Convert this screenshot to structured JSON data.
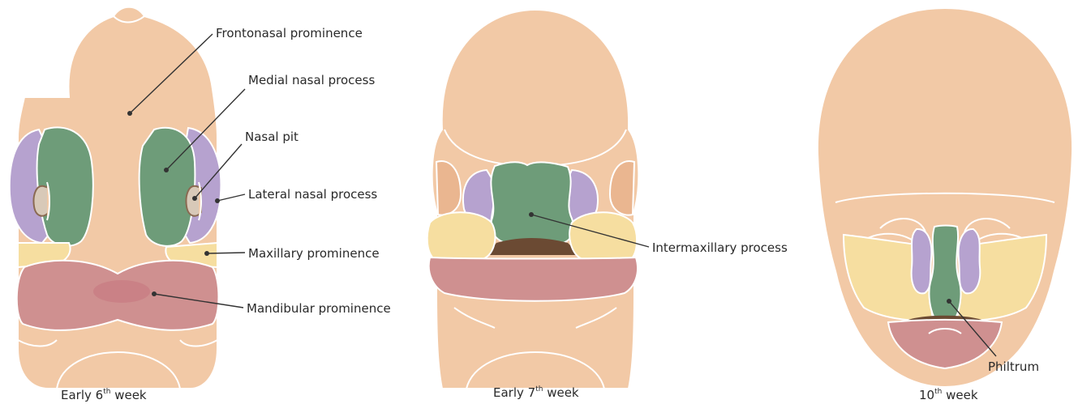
{
  "labels": {
    "frontonasal": "Frontonasal prominence",
    "medial_nasal": "Medial nasal process",
    "nasal_pit": "Nasal pit",
    "lateral_nasal": "Lateral nasal process",
    "maxillary": "Maxillary prominence",
    "mandibular": "Mandibular prominence",
    "intermaxillary": "Intermaxillary process",
    "philtrum": "Philtrum"
  },
  "captions": {
    "week6": {
      "prefix": "Early 6",
      "sup": "th",
      "suffix": " week"
    },
    "week7": {
      "prefix": "Early 7",
      "sup": "th",
      "suffix": " week"
    },
    "week10": {
      "prefix": "10",
      "sup": "th",
      "suffix": " week"
    }
  },
  "colors": {
    "skin": "#f2c9a6",
    "medial_nasal_green": "#6e9c79",
    "lateral_nasal_purple": "#b6a2cf",
    "maxillary_yellow": "#f6dea0",
    "mandibular_pink": "#cf9090"
  }
}
